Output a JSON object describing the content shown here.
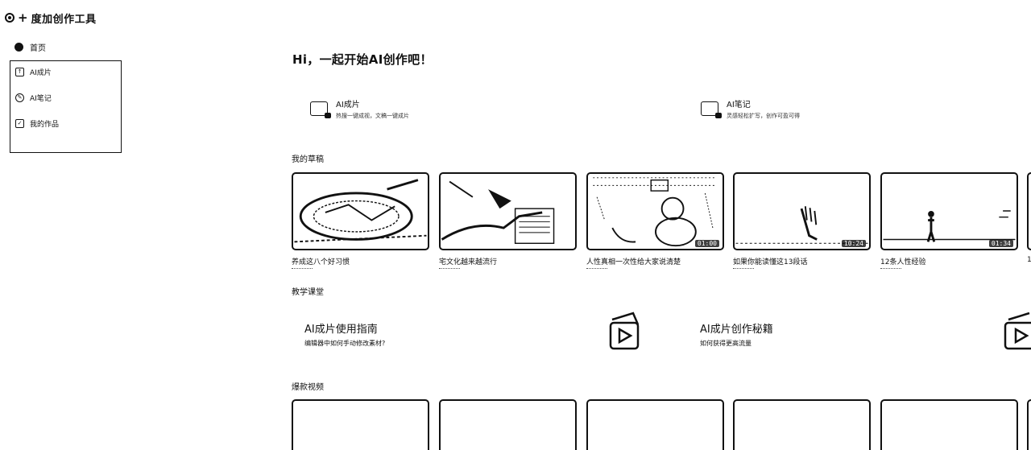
{
  "app": {
    "title": "度加创作工具"
  },
  "sidebar": {
    "home_label": "首页",
    "items": [
      {
        "label": "AI成片",
        "icon": "video-upload-icon"
      },
      {
        "label": "AI笔记",
        "icon": "pen-note-icon"
      },
      {
        "label": "我的作品",
        "icon": "checklist-icon"
      }
    ]
  },
  "main": {
    "greeting": "Hi，一起开始AI创作吧！",
    "features": [
      {
        "title": "AI成片",
        "subtitle": "热搜一键成视，文稿一键成片"
      },
      {
        "title": "AI笔记",
        "subtitle": "灵感轻松扩写，创作可盈可得"
      }
    ],
    "drafts_heading": "我的草稿",
    "drafts": [
      {
        "title": "养成这八个好习惯",
        "duration": ""
      },
      {
        "title": "宅文化越来越流行",
        "duration": ""
      },
      {
        "title": "人性真相一次性给大家说清楚",
        "duration": "01:00"
      },
      {
        "title": "如果你能读懂这13段话",
        "duration": "10:24"
      },
      {
        "title": "12条人性经验",
        "duration": "01:34"
      },
      {
        "title": "1",
        "duration": ""
      }
    ],
    "courses_heading": "教学课堂",
    "courses": [
      {
        "title": "AI成片使用指南",
        "subtitle": "编辑器中如何手动修改素材?"
      },
      {
        "title": "AI成片创作秘籍",
        "subtitle": "如何获得更高流量"
      }
    ],
    "hot_heading": "爆款视频"
  }
}
